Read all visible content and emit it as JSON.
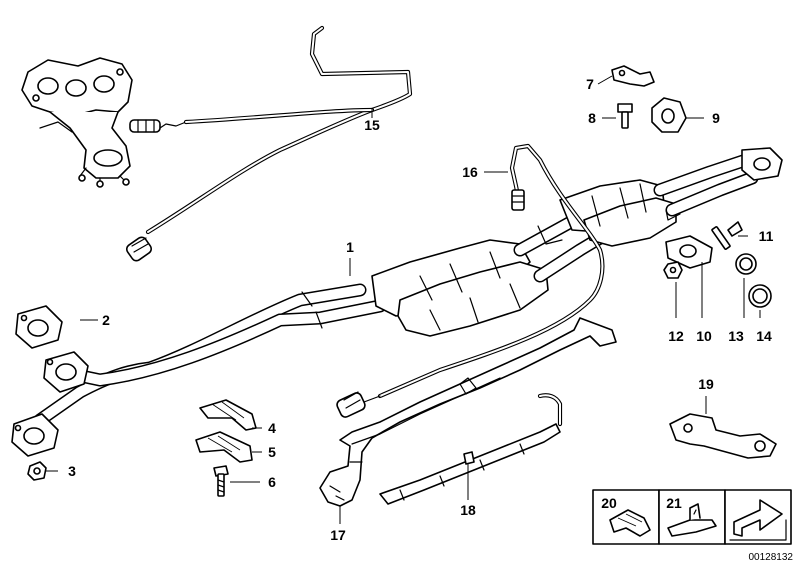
{
  "diagram": {
    "callouts": [
      "1",
      "2",
      "3",
      "4",
      "5",
      "6",
      "7",
      "8",
      "9",
      "10",
      "11",
      "12",
      "13",
      "14",
      "15",
      "16",
      "17",
      "18",
      "19",
      "20",
      "21"
    ],
    "reference_number": "00128132"
  }
}
